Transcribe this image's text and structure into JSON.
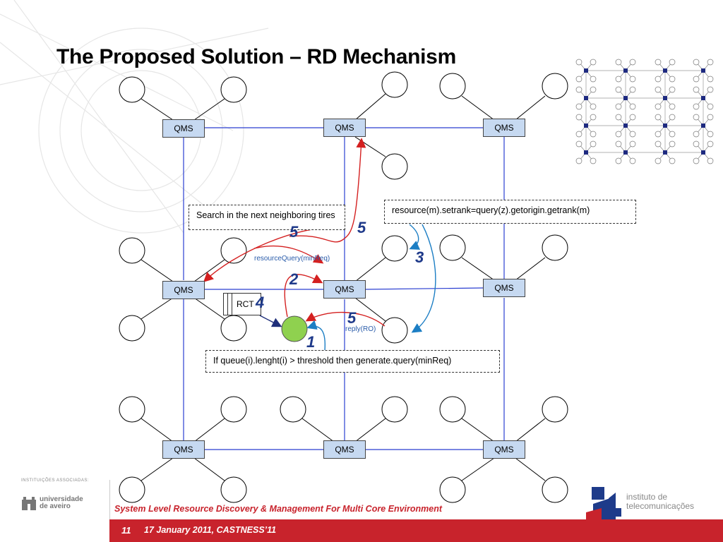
{
  "slide": {
    "title": "The Proposed Solution – RD Mechanism",
    "footer_subtitle": "System Level Resource Discovery & Management For Multi Core Environment",
    "page_number": "11",
    "footer_date": "17 January 2011, CASTNESS’11",
    "associated_label": "INSTITUIÇÕES ASSOCIADAS:",
    "ua_logo_text_line1": "universidade",
    "ua_logo_text_line2": "de aveiro",
    "it_logo_text_line1": "instituto de",
    "it_logo_text_line2": "telecomunicações",
    "accent_color": "#c8232c"
  },
  "diagram": {
    "qms_label": "QMS",
    "rct_label": "RCT",
    "search_note": "Search in the next neighboring tires",
    "setrank_note": "resource(m).setrank=query(z).getorigin.getrank(m)",
    "queue_note": "If queue(i).lenght(i) > threshold then generate.query(minReq)",
    "resource_query_label": "resourceQuery(minReq)",
    "reply_label": "reply(RO)",
    "steps": {
      "s1": "1",
      "s2": "2",
      "s3": "3",
      "s4": "4",
      "s5a": "5",
      "s5b": "5",
      "s5c": "5"
    }
  }
}
